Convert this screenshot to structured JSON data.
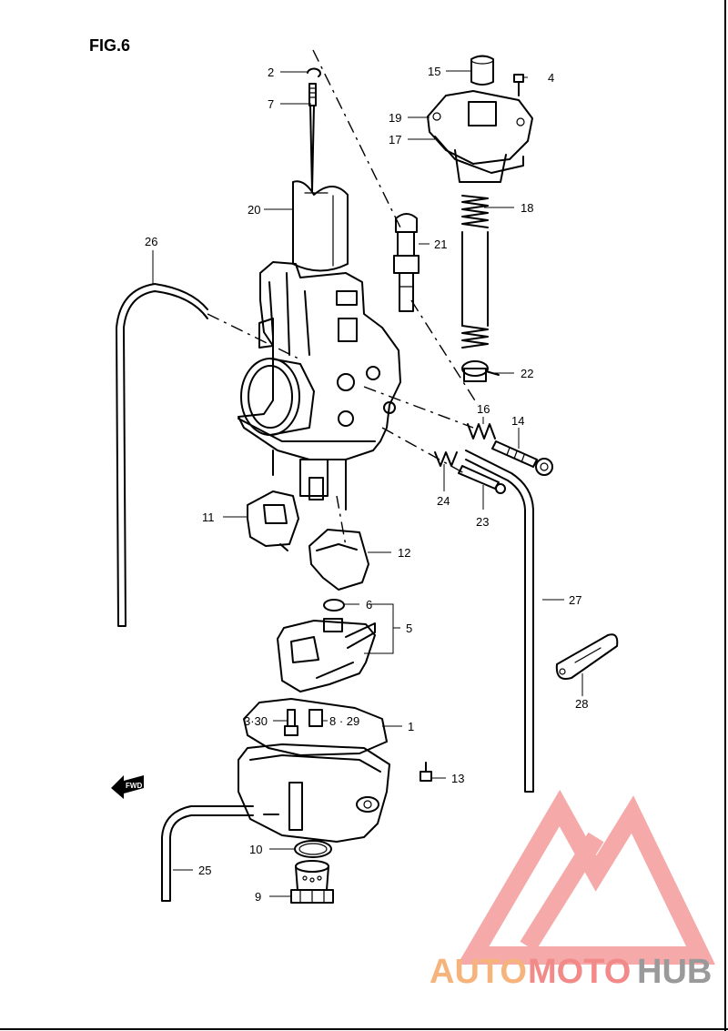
{
  "figure": {
    "title": "FIG.6"
  },
  "callouts": {
    "c1": "1",
    "c2": "2",
    "c4": "4",
    "c5": "5",
    "c6": "6",
    "c7": "7",
    "c8": "8 · 29",
    "c3": "3·30",
    "c9": "9",
    "c10": "10",
    "c11": "11",
    "c12": "12",
    "c13": "13",
    "c14": "14",
    "c15": "15",
    "c16": "16",
    "c17": "17",
    "c18": "18",
    "c19": "19",
    "c20": "20",
    "c21": "21",
    "c22": "22",
    "c23": "23",
    "c24": "24",
    "c25": "25",
    "c26": "26",
    "c27": "27",
    "c28": "28"
  },
  "fwd_label": "FWD",
  "watermark": {
    "auto": "AUTO",
    "moto": "MOTO",
    "hub": "HUB",
    "colors": {
      "auto": "#f6b47c",
      "moto": "#f28a8a",
      "hub": "#9a9a9a",
      "triangle": "#f4a0a0"
    }
  }
}
